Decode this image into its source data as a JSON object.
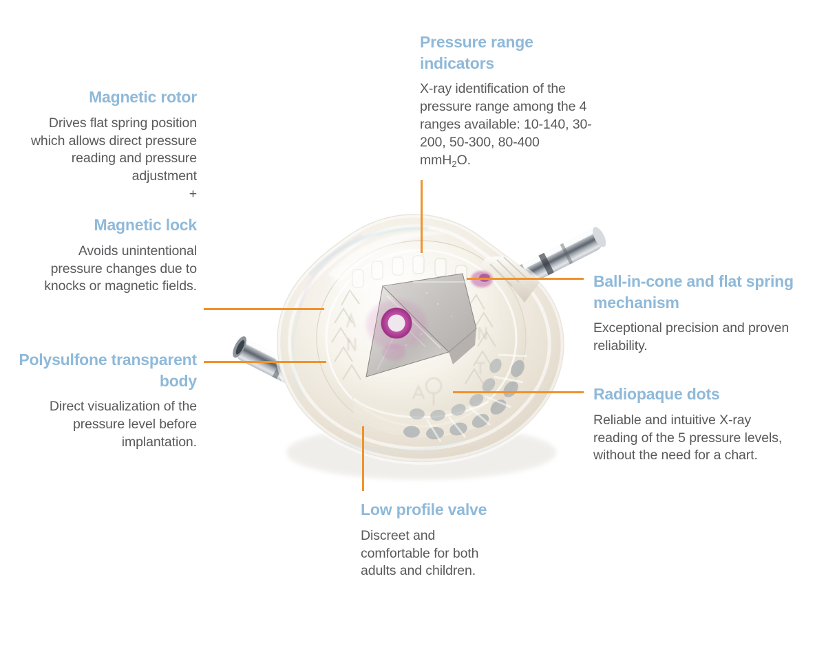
{
  "diagram": {
    "title": "Programmable hydrocephalus valve feature callouts",
    "accent_color": "#f0922b",
    "heading_color": "#8fb9d9",
    "body_text_color": "#58595b",
    "background_color": "#ffffff",
    "device_marker_color": "#b5409a"
  },
  "callouts": {
    "pressure_range": {
      "heading": "Pressure range indicators",
      "body_pre": "X-ray identification of the pressure range among the 4 ranges available: 10-140, 30-200, 50-300, 80-400 mmH",
      "body_sub": "2",
      "body_post": "O.",
      "ranges": [
        "10-140",
        "30-200",
        "50-300",
        "80-400"
      ],
      "range_unit": "mmH2O",
      "range_count": "4"
    },
    "magnetic_rotor": {
      "heading": "Magnetic rotor",
      "body": "Drives flat spring position which allows direct pressure reading and pressure adjustment",
      "connector": "+"
    },
    "magnetic_lock": {
      "heading": "Magnetic lock",
      "body": "Avoids unintentional pressure changes due to knocks or magnetic fields."
    },
    "polysulfone_body": {
      "heading": "Polysulfone transparent body",
      "body": "Direct visualization of the pressure level before implantation."
    },
    "ball_in_cone": {
      "heading": "Ball-in-cone and flat spring mechanism",
      "body": "Exceptional precision and proven reliability."
    },
    "radiopaque_dots": {
      "heading": "Radiopaque dots",
      "body": "Reliable and intuitive X-ray reading of the 5 pressure levels, without the need for a chart.",
      "pressure_levels": "5"
    },
    "low_profile_valve": {
      "heading": "Low profile valve",
      "body": "Discreet and comfortable for both adults and children."
    }
  }
}
